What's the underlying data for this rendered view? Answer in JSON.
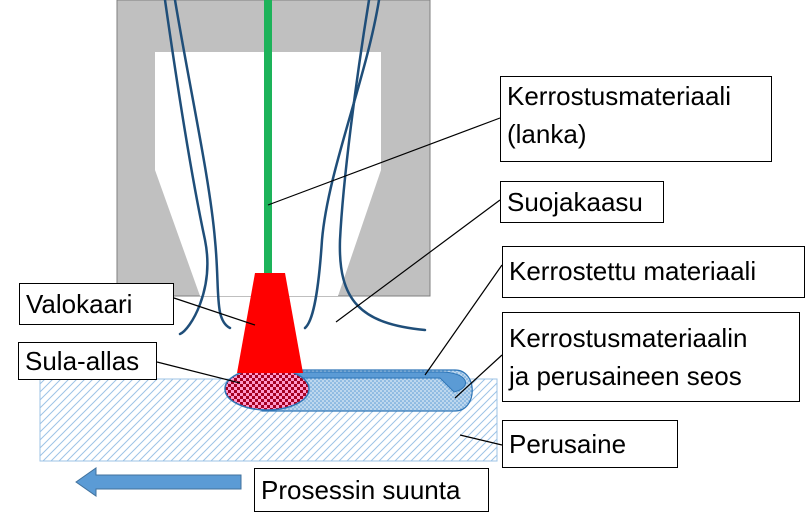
{
  "labels": {
    "filler_wire": "Kerrostusmateriaali\n(lanka)",
    "shielding_gas": "Suojakaasu",
    "deposited_material": "Kerrostettu materiaali",
    "arc": "Valokaari",
    "weld_pool": "Sula-allas",
    "mixture": "Kerrostusmateriaalin\nja perusaineen seos",
    "base_material": "Perusaine",
    "process_direction": "Prosessin suunta"
  },
  "colors": {
    "nozzle": "#c0c0c0",
    "wire": "#1db35a",
    "arc": "#ff0000",
    "gas_lines": "#1f4e79",
    "deposited": "#5b9bd5",
    "direction_arrow": "#5b9bd5",
    "base_hatch": "#9dc3e6",
    "pool_checker": "#a50021"
  }
}
